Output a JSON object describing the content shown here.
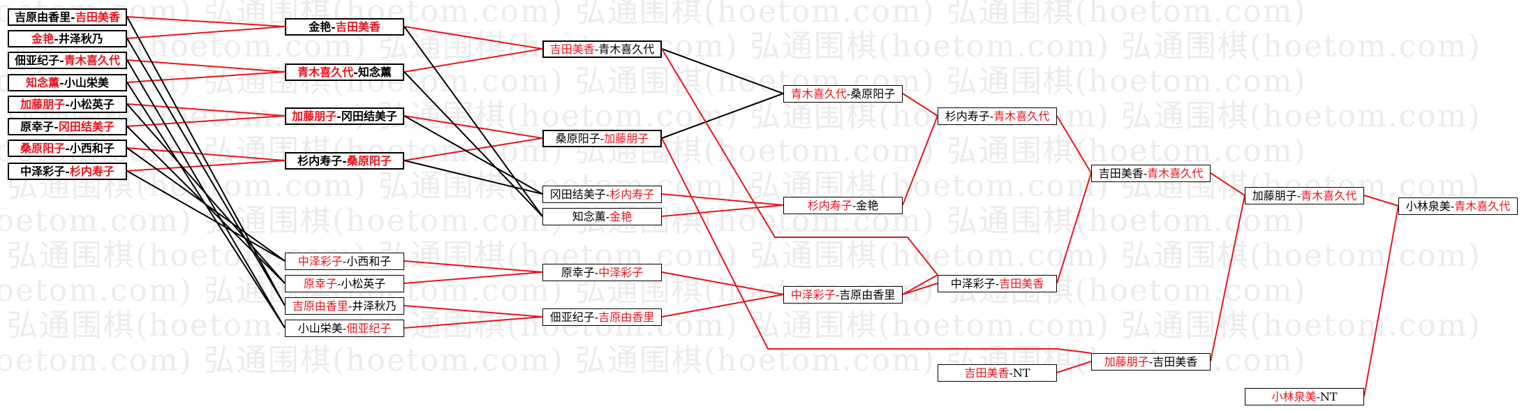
{
  "watermark": {
    "lines": [
      "弘通围棋(hoetom.com) 弘通围棋(hoetom.com) 弘通围棋(hoetom.com) 弘通围棋(hoetom.com)",
      "弘通围棋(hoetom.com) 弘通围棋(hoetom.com) 弘通围棋(hoetom.com) 弘通围棋(hoetom.com)",
      "弘通围棋(hoetom.com) 弘通围棋(hoetom.com) 弘通围棋(hoetom.com) 弘通围棋(hoetom.com)",
      "弘通围棋(hoetom.com) 弘通围棋(hoetom.com) 弘通围棋(hoetom.com) 弘通围棋(hoetom.com)",
      "弘通围棋(hoetom.com) 弘通围棋(hoetom.com) 弘通围棋(hoetom.com) 弘通围棋(hoetom.com)",
      "弘通围棋(hoetom.com) 弘通围棋(hoetom.com) 弘通围棋(hoetom.com) 弘通围棋(hoetom.com)",
      "弘通围棋(hoetom.com) 弘通围棋(hoetom.com) 弘通围棋(hoetom.com) 弘通围棋(hoetom.com)",
      "弘通围棋(hoetom.com) 弘通围棋(hoetom.com) 弘通围棋(hoetom.com) 弘通围棋(hoetom.com)",
      "弘通围棋(hoetom.com) 弘通围棋(hoetom.com) 弘通围棋(hoetom.com) 弘通围棋(hoetom.com)",
      "弘通围棋(hoetom.com) 弘通围棋(hoetom.com) 弘通围棋(hoetom.com) 弘通围棋(hoetom.com)",
      "弘通围棋(hoetom.com) 弘通围棋(hoetom.com) 弘通围棋(hoetom.com) 弘通围棋(hoetom.com)"
    ]
  },
  "colors": {
    "winner": "#e8141c",
    "line_black": "#000000",
    "line_red": "#e8141c"
  },
  "bracket": {
    "c0": [
      {
        "a": "吉原由香里",
        "b": "吉田美香",
        "w": "b"
      },
      {
        "a": "金艳",
        "b": "井泽秋乃",
        "w": "a"
      },
      {
        "a": "佃亚纪子",
        "b": "青木喜久代",
        "w": "b"
      },
      {
        "a": "知念薫",
        "b": "小山栄美",
        "w": "a"
      },
      {
        "a": "加藤朋子",
        "b": "小松英子",
        "w": "a"
      },
      {
        "a": "原幸子",
        "b": "冈田结美子",
        "w": "b"
      },
      {
        "a": "桑原阳子",
        "b": "小西和子",
        "w": "a"
      },
      {
        "a": "中泽彩子",
        "b": "杉内寿子",
        "w": "b"
      }
    ],
    "c1": [
      {
        "a": "金艳",
        "b": "吉田美香",
        "w": "b"
      },
      {
        "a": "青木喜久代",
        "b": "知念薫",
        "w": "a"
      },
      {
        "a": "加藤朋子",
        "b": "冈田结美子",
        "w": "a"
      },
      {
        "a": "杉内寿子",
        "b": "桑原阳子",
        "w": "b"
      },
      {
        "a": "中泽彩子",
        "b": "小西和子",
        "w": "a"
      },
      {
        "a": "原幸子",
        "b": "小松英子",
        "w": "a"
      },
      {
        "a": "吉原由香里",
        "b": "井泽秋乃",
        "w": "a"
      },
      {
        "a": "小山栄美",
        "b": "佃亚纪子",
        "w": "b"
      }
    ],
    "c2": [
      {
        "a": "吉田美香",
        "b": "青木喜久代",
        "w": "a"
      },
      {
        "a": "桑原阳子",
        "b": "加藤朋子",
        "w": "b"
      },
      {
        "a": "冈田结美子",
        "b": "杉内寿子",
        "w": "b"
      },
      {
        "a": "知念薫",
        "b": "金艳",
        "w": "b"
      },
      {
        "a": "原幸子",
        "b": "中泽彩子",
        "w": "b"
      },
      {
        "a": "佃亚纪子",
        "b": "吉原由香里",
        "w": "b"
      }
    ],
    "c3": [
      {
        "a": "青木喜久代",
        "b": "桑原阳子",
        "w": "a"
      },
      {
        "a": "杉内寿子",
        "b": "金艳",
        "w": "a"
      },
      {
        "a": "中泽彩子",
        "b": "吉原由香里",
        "w": "a"
      }
    ],
    "c4": [
      {
        "a": "杉内寿子",
        "b": "青木喜久代",
        "w": "b"
      },
      {
        "a": "中泽彩子",
        "b": "吉田美香",
        "w": "b"
      },
      {
        "a": "吉田美香",
        "b": "NT",
        "w": "a"
      }
    ],
    "c5": [
      {
        "a": "吉田美香",
        "b": "青木喜久代",
        "w": "b"
      },
      {
        "a": "加藤朋子",
        "b": "吉田美香",
        "w": "a"
      }
    ],
    "c6": [
      {
        "a": "加藤朋子",
        "b": "青木喜久代",
        "w": "b"
      },
      {
        "a": "小林泉美",
        "b": "NT",
        "w": "a"
      }
    ],
    "c7": [
      {
        "a": "小林泉美",
        "b": "青木喜久代",
        "w": "b"
      }
    ]
  }
}
